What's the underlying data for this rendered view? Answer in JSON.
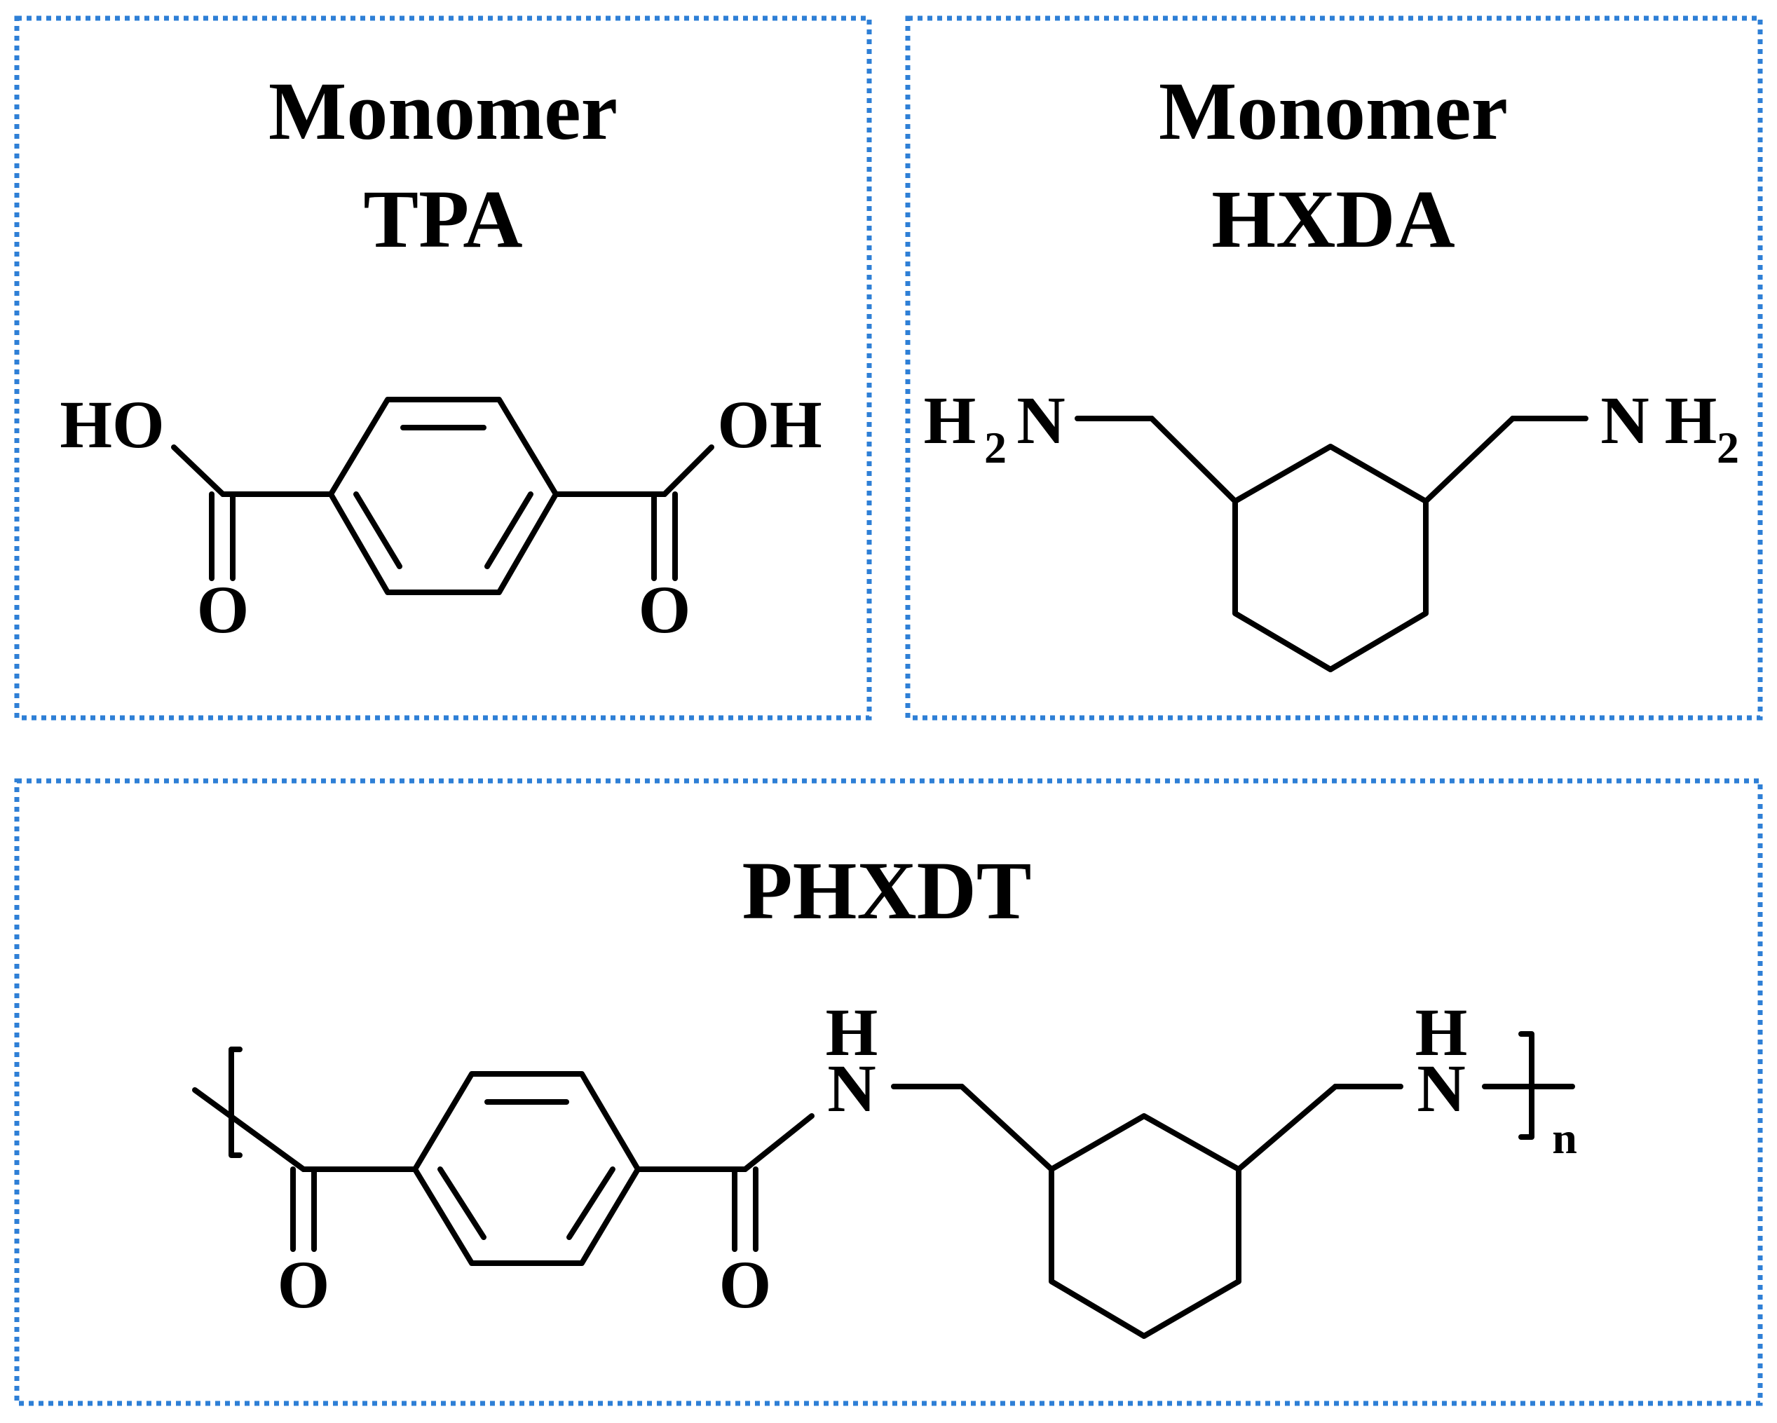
{
  "panels": {
    "tpa": {
      "title_line1": "Monomer",
      "title_line2": "TPA"
    },
    "hxda": {
      "title_line1": "Monomer",
      "title_line2": "HXDA"
    },
    "phxdt": {
      "title": "PHXDT"
    }
  },
  "atoms": {
    "ho": "HO",
    "oh": "OH",
    "o": "O",
    "h": "H",
    "n": "N",
    "sub_2": "2",
    "sub_n": "n"
  },
  "colors": {
    "frame": "#2e7fd6",
    "ink": "#000000"
  }
}
